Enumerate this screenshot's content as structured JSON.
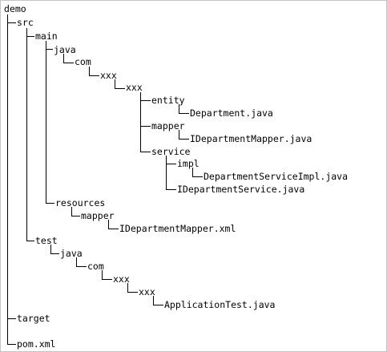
{
  "tree": {
    "root": "demo",
    "src": "src",
    "main": "main",
    "java": "java",
    "com": "com",
    "xxx1": "xxx",
    "xxx2": "xxx",
    "entity": "entity",
    "department_java": "Department.java",
    "mapper": "mapper",
    "idepartmentmapper_java": "IDepartmentMapper.java",
    "service": "service",
    "impl": "impl",
    "departmentserviceimpl_java": "DepartmentServiceImpl.java",
    "idepartmentservice_java": "IDepartmentService.java",
    "resources": "resources",
    "res_mapper": "mapper",
    "idepartmentmapper_xml": "IDepartmentMapper.xml",
    "test": "test",
    "test_java": "java",
    "test_com": "com",
    "test_xxx1": "xxx",
    "test_xxx2": "xxx",
    "applicationtest_java": "ApplicationTest.java",
    "target": "target",
    "pom_xml": "pom.xml"
  },
  "colors": {
    "line": "#000000",
    "text": "#000000",
    "border": "#c4c4c4"
  }
}
